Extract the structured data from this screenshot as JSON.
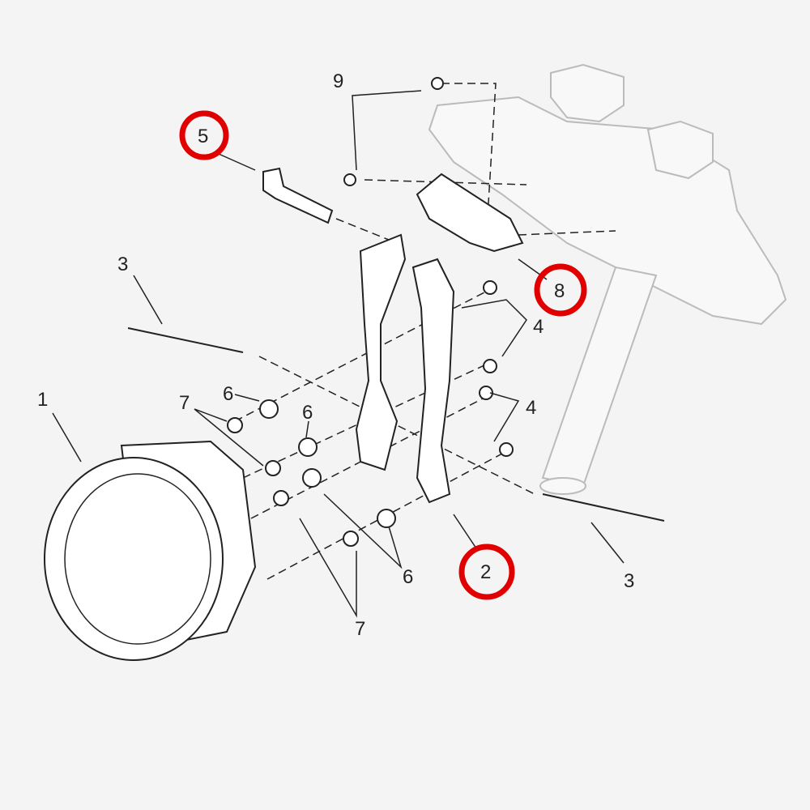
{
  "title": "Headlight bracket assembly exploded parts diagram",
  "colors": {
    "highlight": "#e00000",
    "line": "#222222",
    "background": "#f4f4f4",
    "ghost": "#bbbbbb"
  },
  "callouts": [
    {
      "id": "c9",
      "text": "9",
      "highlighted": false
    },
    {
      "id": "c5",
      "text": "5",
      "highlighted": true
    },
    {
      "id": "c3a",
      "text": "3",
      "highlighted": false
    },
    {
      "id": "c8",
      "text": "8",
      "highlighted": true
    },
    {
      "id": "c4a",
      "text": "4",
      "highlighted": false
    },
    {
      "id": "c4b",
      "text": "4",
      "highlighted": false
    },
    {
      "id": "c1",
      "text": "1",
      "highlighted": false
    },
    {
      "id": "c7a",
      "text": "7",
      "highlighted": false
    },
    {
      "id": "c6a",
      "text": "6",
      "highlighted": false
    },
    {
      "id": "c6b",
      "text": "6",
      "highlighted": false
    },
    {
      "id": "c6c",
      "text": "6",
      "highlighted": false
    },
    {
      "id": "c2",
      "text": "2",
      "highlighted": true
    },
    {
      "id": "c3b",
      "text": "3",
      "highlighted": false
    },
    {
      "id": "c7b",
      "text": "7",
      "highlighted": false
    }
  ]
}
